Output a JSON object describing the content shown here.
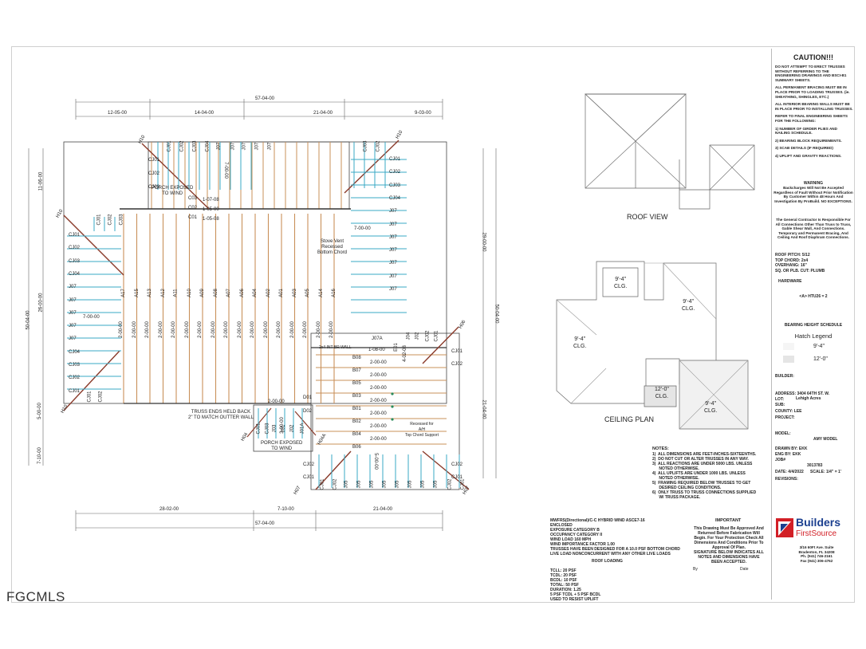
{
  "truss_plan": {
    "dims_top": [
      "57-04-00",
      "12-05-00",
      "14-04-00",
      "21-04-00",
      "9-03-00"
    ],
    "dims_bottom": [
      "28-02-00",
      "7-10-00",
      "21-04-00",
      "57-04-00"
    ],
    "dims_left": [
      "11-06-00",
      "26-00-00",
      "50-04-00",
      "5-00-00",
      "7-10-00"
    ],
    "dims_right": [
      "29-00-00",
      "50-04-00",
      "21-04-00"
    ],
    "hip_labels": [
      "H10",
      "H10",
      "H10",
      "H10",
      "H06",
      "H04",
      "H04A",
      "H07",
      "H07"
    ],
    "truss_labels_top": [
      "CJ01",
      "CJ02",
      "CJ03",
      "CJ04",
      "J07",
      "J07",
      "J07",
      "J07",
      "J07",
      "CJ03",
      "CJ02"
    ],
    "truss_labels_right": [
      "CJ01",
      "CJ02",
      "CJ03",
      "CJ04",
      "J07",
      "J07",
      "J07",
      "J07",
      "J07",
      "J07",
      "J07"
    ],
    "truss_labels_left_top": [
      "CJ01",
      "CJ02",
      "CJ03"
    ],
    "truss_labels_left": [
      "CJ01",
      "CJ02",
      "CJ03",
      "CJ04",
      "J07",
      "J07",
      "J07",
      "J07",
      "J07",
      "CJ04",
      "CJ03",
      "CJ02",
      "CJ01"
    ],
    "truss_labels_main": [
      "A17",
      "A15",
      "A13",
      "A12",
      "A11",
      "A10",
      "A09",
      "A08",
      "A07",
      "A06",
      "A04",
      "A02",
      "A01",
      "A03",
      "A05",
      "A14",
      "A16"
    ],
    "spacing_label": "2-00-00",
    "span_7": "7-00-00",
    "porch_top": "PORCH EXPOSED\nTO WIND",
    "porch_bottom": "PORCH EXPOSED\nTO WIND",
    "c_rows": [
      {
        "name": "C03",
        "len": "1-07-08"
      },
      {
        "name": "C02",
        "len": "1-05-00"
      },
      {
        "name": "C01",
        "len": "1-05-08"
      }
    ],
    "stove_vent": "Stove Vent\nRecessed\nBottom Chord",
    "truss_ends_note": "TRUSS ENDS HELD BACK\n2\" TO MATCH OUTTER WALL",
    "int_wall": "2x4 INT BR WALL",
    "b_rows": [
      "B08",
      "B07",
      "B05",
      "B03",
      "B01",
      "B02",
      "B04",
      "B06"
    ],
    "d_rows": [
      "D01",
      "D02"
    ],
    "j07a": "J07A",
    "e01": "E01",
    "len_1_08": "1-08-00",
    "len_4_02": "4-02-08",
    "len_5_00": "5-00-00",
    "ah_note": "Recessed for\nA/H\nTop Chord Support",
    "j_small_labels": [
      "J04",
      "J02",
      "CJ02",
      "CJ01"
    ],
    "bottom_jacks": [
      "CJ01",
      "CJ02",
      "J05",
      "J05",
      "J05",
      "J05",
      "J05",
      "J05",
      "J05",
      "J05",
      "CJ02",
      "CJ01"
    ],
    "porch_jacks": [
      "CJ01",
      "CJ03",
      "J03",
      "J01",
      "J02",
      "J01A"
    ],
    "d_len": "3-00-00",
    "cj_left_bottom": [
      "CJ02",
      "CJ01"
    ],
    "cj_right_bottom": [
      "CJ02",
      "CJ01"
    ]
  },
  "views": {
    "roof_view": "ROOF VIEW",
    "ceiling_plan": "CEILING PLAN",
    "clg_labels": [
      "9'-4\"\nCLG.",
      "9'-4\"\nCLG.",
      "9'-4\"\nCLG.",
      "12'-0\"\nCLG.",
      "9'-4\"\nCLG."
    ]
  },
  "notes": {
    "title": "NOTES:",
    "items": [
      "1)  ALL DIMENSIONS ARE FEET-INCHES-SIXTEENTHS.",
      "2)  DO NOT CUT OR ALTER TRUSSES IN ANY WAY.",
      "3)  ALL REACTIONS ARE UNDER 5000 LBS. UNLESS\n      NOTED OTHERWISE.",
      "4)  ALL UPLIFTS ARE UNDER 1000 LBS. UNLESS\n      NOTED OTHERWISE.",
      "5)  FRAMING REQUIRED BELOW TRUSSES TO GET\n      DESIRED CEILING CONDITIONS.",
      "6)  ONLY TRUSS TO TRUSS CONNECTIONS SUPPLIED\n      W/ TRUSS PACKAGE."
    ]
  },
  "loading": {
    "lines": [
      "MWFRS(Directional)/C-C HYBRID WIND ASCE7-16",
      "ENCLOSED",
      "EXPOSURE CATEGORY B",
      "OCCUPANCY CATEGORY II",
      "WIND LOAD 160 MPH",
      "WIND IMPORTANCE FACTOR 1.00",
      "TRUSSES HAVE BEEN DESIGNED FOR A 10.0 PSF BOTTOM CHORD",
      "LIVE LOAD NONCONCURRENT WITH ANY OTHER LIVE LOADS"
    ],
    "roof_loading_title": "ROOF LOADING",
    "loads": [
      {
        "k": "TCLL:",
        "v": "20",
        "u": "PSF"
      },
      {
        "k": "TCDL:",
        "v": "20",
        "u": "PSF"
      },
      {
        "k": "BCDL:",
        "v": "10",
        "u": "PSF"
      },
      {
        "k": "TOTAL:",
        "v": "50",
        "u": "PSF"
      },
      {
        "k": "DURATION:",
        "v": "1.25",
        "u": ""
      }
    ],
    "tail": [
      "5 PSF TCDL + 5 PSF BCDL",
      "USED TO RESIST UPLIFT"
    ]
  },
  "important": {
    "title": "IMPORTANT",
    "text": "This Drawing Must Be Approved And\nReturned Before Fabrication Will\nBegin. For Your Protection Check All\nDimensions And Conditions Prior To\nApproval Of Plan.\nSIGNATURE BELOW INDICATES ALL\nNOTES AND DIMENSIONS HAVE\nBEEN ACCEPTED.",
    "by": "By",
    "date": "Date"
  },
  "panel": {
    "caution": "CAUTION!!!",
    "paras": [
      "DO NOT ATTEMPT TO ERECT TRUSSES WITHOUT REFERRING TO THE ENGINEERING DRAWINGS AND BSCI-B1 SUMMARY SHEETS.",
      "ALL PERMANENT BRACING MUST BE IN PLACE PRIOR TO LOADING TRUSSES. (ie. SHEATHING, SHINGLES, ETC.)",
      "ALL INTERIOR BEARING WALLS MUST BE IN PLACE PRIOR TO INSTALLING TRUSSES.",
      "REFER TO FINAL ENGINEERING SHEETS FOR THE FOLLOWING:",
      "1) NUMBER OF GIRDER PLIES AND NAILING SCHEDULE.",
      "2) BEARING BLOCK REQUIREMENTS.",
      "3) SCAB DETAILS (IF REQUIRED)",
      "4) UPLIFT AND GRAVITY REACTIONS."
    ],
    "warning_title": "WARNING",
    "warning": "Backcharges Will Not Be Accepted Regardless of Fault Without Prior Notification By Customer Within 48 Hours And Investigation By ProBuild. NO EXCEPTIONS.",
    "contractor": "The General Contractor Is Responsible For All Connections Other Than Truss to Truss, Gable Shear Wall, And Connections. Temporary and Permanent Bracing, And Ceiling And Roof Diaphram Connections.",
    "specs": [
      "ROOF PITCH: 5/12",
      "TOP CHORD: 2x4",
      "OVERHANG: 16\"",
      "SQ. OR PLB. CUT: PLUMB"
    ],
    "hardware_title": "HARDWARE",
    "hardware": "<A> HTU26 = 2",
    "bearing_title": "BEARING HEIGHT SCHEDULE",
    "hatch_title": "Hatch Legend",
    "hatch": [
      "9'-4\"",
      "12'-0\""
    ],
    "builder": "BUILDER:",
    "address": "ADDRESS:  3404  64TH ST. W.",
    "address2": "Lehigh Acres",
    "lot": "LOT:",
    "sub": "SUB:",
    "county": "COUNTY: LEE",
    "project": "PROJECT:",
    "model": "MODEL:",
    "model_val": "AMY MODEL",
    "drawn": "DRAWN BY: EKK",
    "eng": "ENG BY: EKK",
    "job": "JOB#",
    "job_val": "3013783",
    "date": "DATE: 4/4/2022",
    "scale": "SCALE: 1/4\" = 1'",
    "revisions": "REVISIONS:",
    "brand1": "Builders",
    "brand2": "FirstSource",
    "addr_lines": [
      "3/16 60Ft Ave. Suite",
      "Bradenton, FL 34208",
      "Ph. (941) 746-2161",
      "Fax (941) 306-4762"
    ]
  },
  "watermark": "FGCMLS",
  "colors": {
    "jack": "#3aa9c4",
    "truss": "#c9905a",
    "hip": "#8a3a2a",
    "brand_red": "#d21f26",
    "brand_blue": "#1b3f8f"
  }
}
